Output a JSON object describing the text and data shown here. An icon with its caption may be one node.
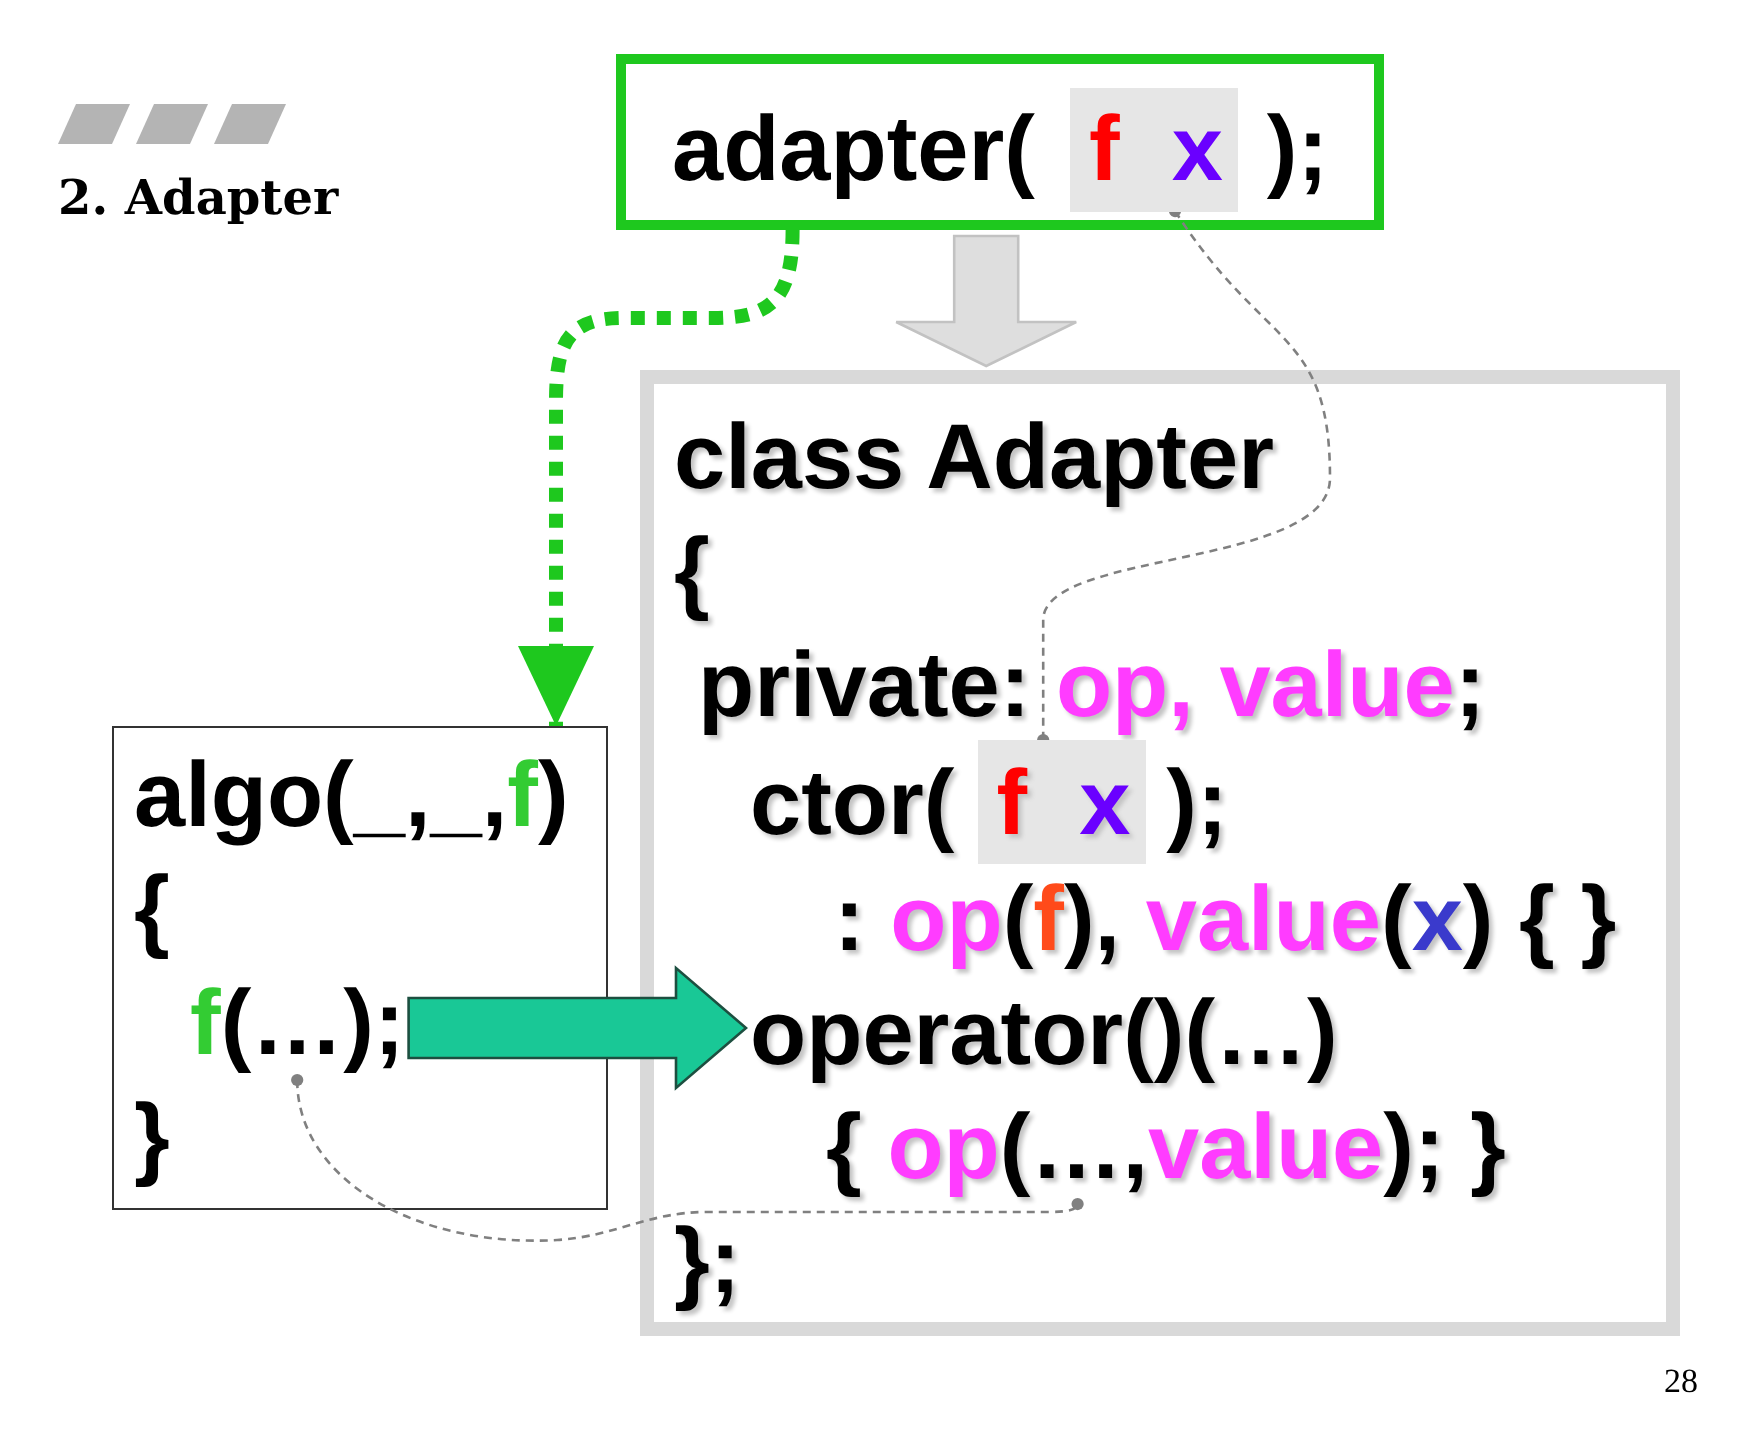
{
  "diagram": {
    "title": "2. Adapter",
    "nodes": [
      {
        "text": [
          "adapter(",
          ");"
        ]
      },
      {
        "text": [
          "f",
          "x"
        ],
        "in": 0
      },
      {
        "text": [
          "class Adapter",
          "{",
          "private:",
          "op, value",
          ";",
          "ctor(",
          ");",
          ":",
          "op",
          "(",
          "f",
          "),",
          "value",
          "(",
          "x",
          ") { }",
          "};"
        ]
      },
      {
        "text": [
          "f",
          "x"
        ],
        "in": 2
      },
      {
        "text": [
          "operator()(…)"
        ],
        "in": 2
      },
      {
        "text": [
          "{",
          "op",
          "(…,",
          "value",
          "); }"
        ],
        "in": 2
      },
      {
        "text": [
          "algo(_,_,",
          "f",
          ")",
          "{",
          "}"
        ]
      },
      {
        "text": [
          "f",
          "(…);"
        ],
        "in": 6
      }
    ],
    "edges": [
      {
        "from": 0,
        "to": 6,
        "arrow": "to",
        "style": "dashed",
        "color": "#1ec81e"
      },
      {
        "from": 0,
        "to": 2,
        "arrow": "to",
        "style": "thick",
        "color": "#dedede"
      },
      {
        "from": 1,
        "to": 3,
        "arrow": "other",
        "style": "dashed"
      },
      {
        "from": 7,
        "to": 5,
        "arrow": "other",
        "style": "dashed"
      },
      {
        "from": 7,
        "to": 4,
        "arrow": "to",
        "style": "thick",
        "color": "#19c896"
      }
    ],
    "labels": [
      "28"
    ]
  }
}
